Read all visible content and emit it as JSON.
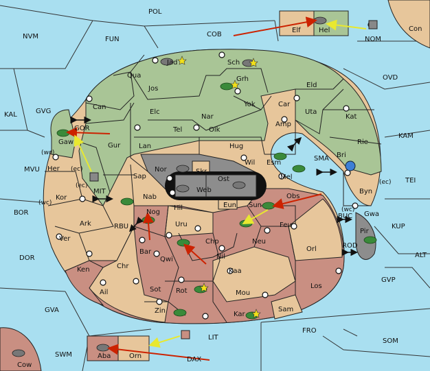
{
  "colors": {
    "sea": "#a9dff0",
    "player_green": "#a9c596",
    "player_tan": "#e7c69b",
    "player_red": "#c98f82",
    "neutral_gray": "#8d8d8d",
    "order_red": "#cc2200",
    "order_yellow": "#e8e830"
  },
  "sea_regions": [
    "POL",
    "NVM",
    "FUN",
    "COB",
    "NOM",
    "Con",
    "OVD",
    "KAL",
    "GVG",
    "GOR",
    "MVU",
    "MIT",
    "BOR",
    "RBU",
    "DOR",
    "GVA",
    "SWM",
    "LIT",
    "DAX",
    "FRO",
    "SOM",
    "GVP",
    "ALT",
    "KUP",
    "TEI",
    "KAM",
    "SMA",
    "BUC",
    "ROD"
  ],
  "land_regions": [
    "Elf",
    "Hel",
    "Jad",
    "Sch",
    "Qua",
    "Jos",
    "Grh",
    "Eld",
    "Can",
    "Elc",
    "Nar",
    "Yok",
    "Car",
    "Uta",
    "Kat",
    "Tel",
    "Olk",
    "Amp",
    "Rie",
    "Gur",
    "Lan",
    "Hug",
    "Gaw",
    "Nor",
    "Skr",
    "Wil",
    "Esm",
    "Bri",
    "Sap",
    "Web",
    "Ost",
    "Mel",
    "Her",
    "Kor",
    "Nab",
    "Hil",
    "Eun",
    "Sun",
    "Obs",
    "Byn",
    "Gwa",
    "Nog",
    "Uru",
    "Feu",
    "Pir",
    "Ark",
    "Ver",
    "Bar",
    "Qwi",
    "Chp",
    "Nil",
    "Neu",
    "Orl",
    "Ken",
    "Chr",
    "Kaa",
    "Los",
    "Ail",
    "Sot",
    "Rot",
    "Mou",
    "Sam",
    "Zin",
    "Kar",
    "Aba",
    "Orn",
    "Cow"
  ],
  "coast_markers": [
    "(wc)",
    "(ec)",
    "(ec)",
    "(wc)",
    "(ec)",
    "(wc)"
  ],
  "board": {
    "units": [
      "army",
      "army",
      "army",
      "army",
      "army",
      "army",
      "army",
      "army",
      "army",
      "army",
      "army",
      "fleet",
      "fleet",
      "fleet",
      "fleet"
    ],
    "icons": [
      "army-icon",
      "fleet-icon",
      "supply-center-icon",
      "star-icon",
      "convoy-arrow-icon"
    ]
  }
}
